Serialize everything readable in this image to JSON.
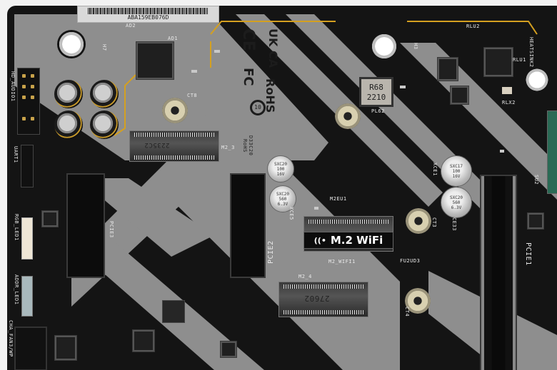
{
  "sticker": {
    "serial": "ABA159EB076D"
  },
  "certifications": {
    "ukca_top": "UK",
    "ukca_bottom": "CA",
    "rohs": "RoHS",
    "ce": "CE",
    "fc": "FC",
    "weee_years": "10",
    "rohs_code": "D33C20",
    "rohs_small": "RoHS"
  },
  "headers": {
    "hd_audio": "HD_AUDIO1",
    "uart": "UART1",
    "rgb_led": "RGB_LED1",
    "addr_led": "ADDR_LED1",
    "cha_fan": "CHA_FAN3/WP"
  },
  "slots": {
    "pcie1": "PCIE1",
    "pcie2": "PCIE2",
    "pcie3": "PCIE3",
    "m2_3": "M2_3",
    "m2_3_print": "2235C2",
    "m2_wifi": "M2_WIFI1",
    "m2_wifi_label": "M.2 WiFi",
    "m2_4": "M2_4",
    "m2_4_print": "27602"
  },
  "components": {
    "inductor_top": "R68",
    "inductor_bottom": "2210",
    "inductor_ref": "PL62",
    "h3": "H3",
    "h7": "H7",
    "ct3": "CT3",
    "ct4": "CT4",
    "ct8": "CT8",
    "su2": "SU2",
    "heatsink2": "HEATSINK2",
    "rlu1": "RLU1",
    "rlu2": "RLU2",
    "rlx2": "RLX2",
    "ad1": "AD1",
    "ad2": "AD2",
    "fu2u": "FU2UD3",
    "m2eu1": "M2EU1",
    "xce1": "XCE1",
    "ce33": "CE33",
    "xce5": "XCE5",
    "cap1": "SXC17\n100\n16V",
    "cap2": "SXC20\n560\n6.3V",
    "cap3": "SXC20\n100\n16V",
    "cap4": "SXC20\n560\n6.3V"
  },
  "colors": {
    "board": "#141414",
    "silk_gray": "#8f8f8f",
    "trace_gold": "#d4a020",
    "sticker": "#d9d9d9"
  }
}
